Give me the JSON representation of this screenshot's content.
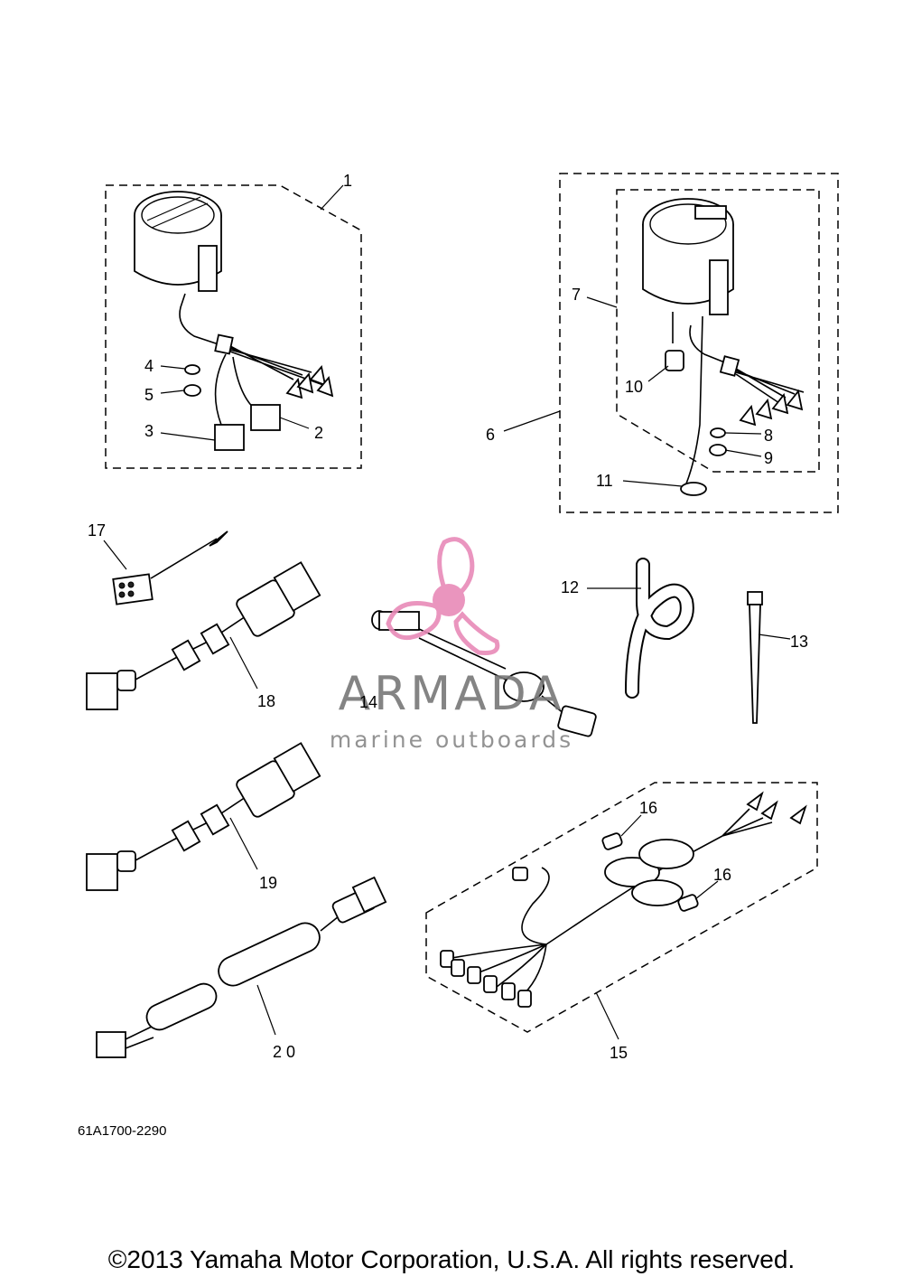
{
  "callouts": {
    "c1": "1",
    "c2": "2",
    "c3": "3",
    "c4": "4",
    "c5": "5",
    "c6": "6",
    "c7": "7",
    "c8": "8",
    "c9": "9",
    "c10": "10",
    "c11": "11",
    "c12": "12",
    "c13": "13",
    "c14": "14",
    "c15": "15",
    "c16a": "16",
    "c16b": "16",
    "c17": "17",
    "c18": "18",
    "c19": "19",
    "c20": "2 0"
  },
  "part_number": "61A1700-2290",
  "watermark": {
    "name": "ARMADA",
    "tagline": "marine outboards",
    "logo_color": "#e88ab8"
  },
  "copyright": "©2013 Yamaha Motor Corporation, U.S.A. All rights reserved."
}
